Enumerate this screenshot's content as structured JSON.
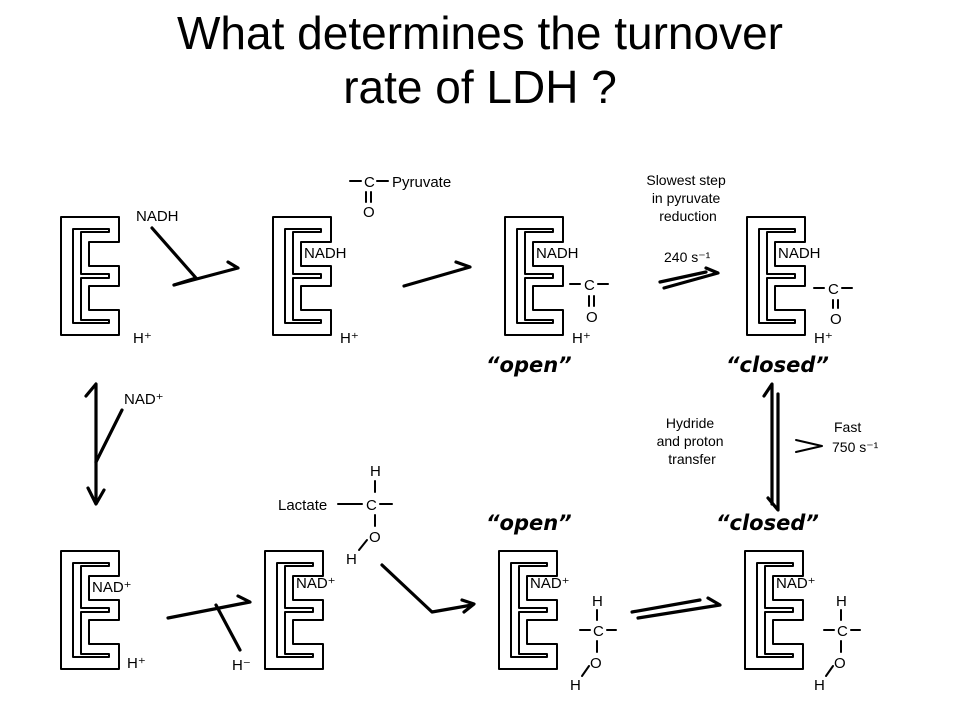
{
  "title": {
    "line1": "What determines the turnover",
    "line2": "rate of LDH ?"
  },
  "labels": {
    "nadh": "NADH",
    "nad_plus": "NAD⁺",
    "h_plus": "H⁺",
    "h_minus": "H⁻",
    "h": "H",
    "c": "C",
    "o": "O",
    "pyruvate": "Pyruvate",
    "lactate": "Lactate",
    "slowest_step": [
      "Slowest step",
      "in pyruvate",
      "reduction"
    ],
    "rate_240": "240 s⁻¹",
    "hydride_transfer": [
      "Hydride",
      "and proton",
      "transfer"
    ],
    "fast": "Fast",
    "rate_750": "750 s⁻¹",
    "open": "“open”",
    "closed": "“closed”"
  }
}
